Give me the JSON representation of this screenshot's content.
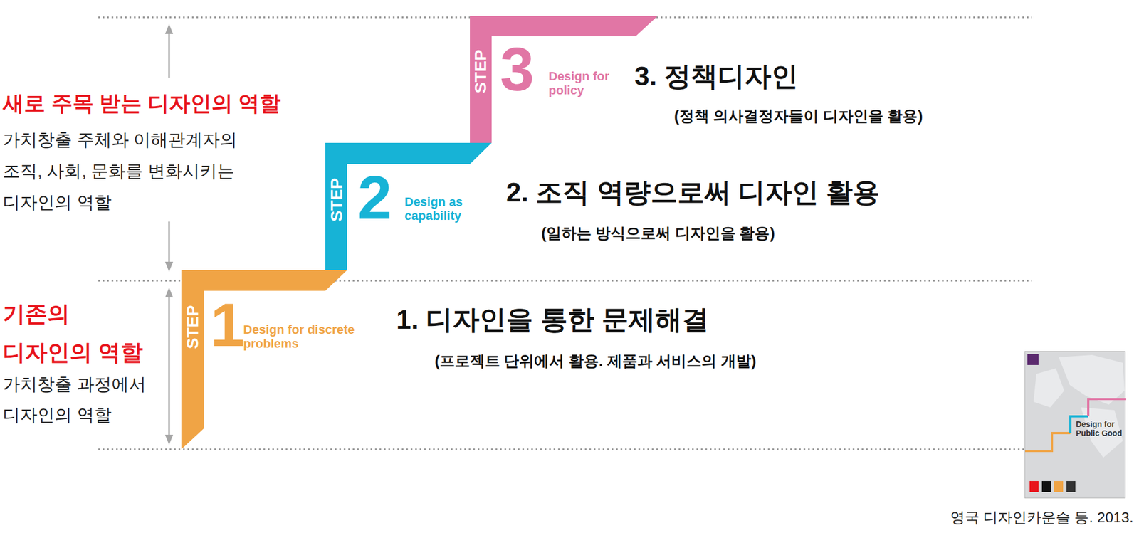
{
  "diagram": {
    "caption": "영국 디자인카운슬 등. 2013.",
    "nodes": [
      {
        "text": [
          "STEP",
          "1",
          "Design for discrete problems"
        ]
      },
      {
        "text": [
          "STEP",
          "2",
          "Design as capability"
        ]
      },
      {
        "text": [
          "STEP",
          "3",
          "Design for policy"
        ]
      },
      {
        "text": [
          "Design for Public Good"
        ]
      }
    ],
    "labels": [
      "새로 주목 받는 디자인의 역할",
      "가치창출 주체와 이해관계자의 조직, 사회, 문화를 변화시키는 디자인의 역할",
      "기존의 디자인의 역할",
      "가치창출 과정에서 디자인의 역할",
      "3. 정책디자인",
      "(정책 의사결정자들이 디자인을 활용)",
      "2. 조직 역량으로써 디자인 활용",
      "(일하는 방식으로써 디자인을 활용)",
      "1. 디자인을 통한 문제해결",
      "(프로젝트 단위에서 활용. 제품과 서비스의 개발)"
    ]
  }
}
